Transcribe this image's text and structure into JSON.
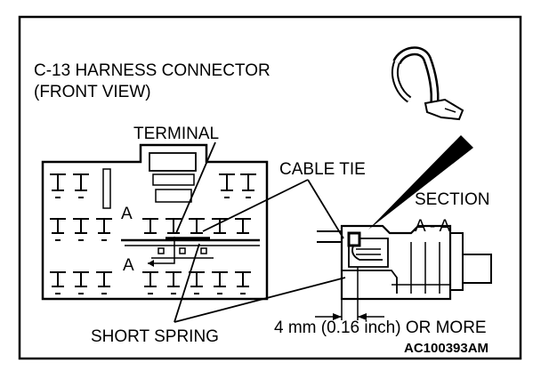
{
  "diagram": {
    "title_line1": "C-13 HARNESS CONNECTOR",
    "title_line2": "(FRONT VIEW)",
    "terminal_label": "TERMINAL",
    "cable_tie_label": "CABLE TIE",
    "section_label": "SECTION",
    "section_id": "A - A",
    "section_mark_top": "A",
    "section_mark_bottom": "A",
    "short_spring_label": "SHORT SPRING",
    "dimension_label": "4 mm (0.16 inch) OR MORE",
    "figure_code": "AC100393AM"
  }
}
